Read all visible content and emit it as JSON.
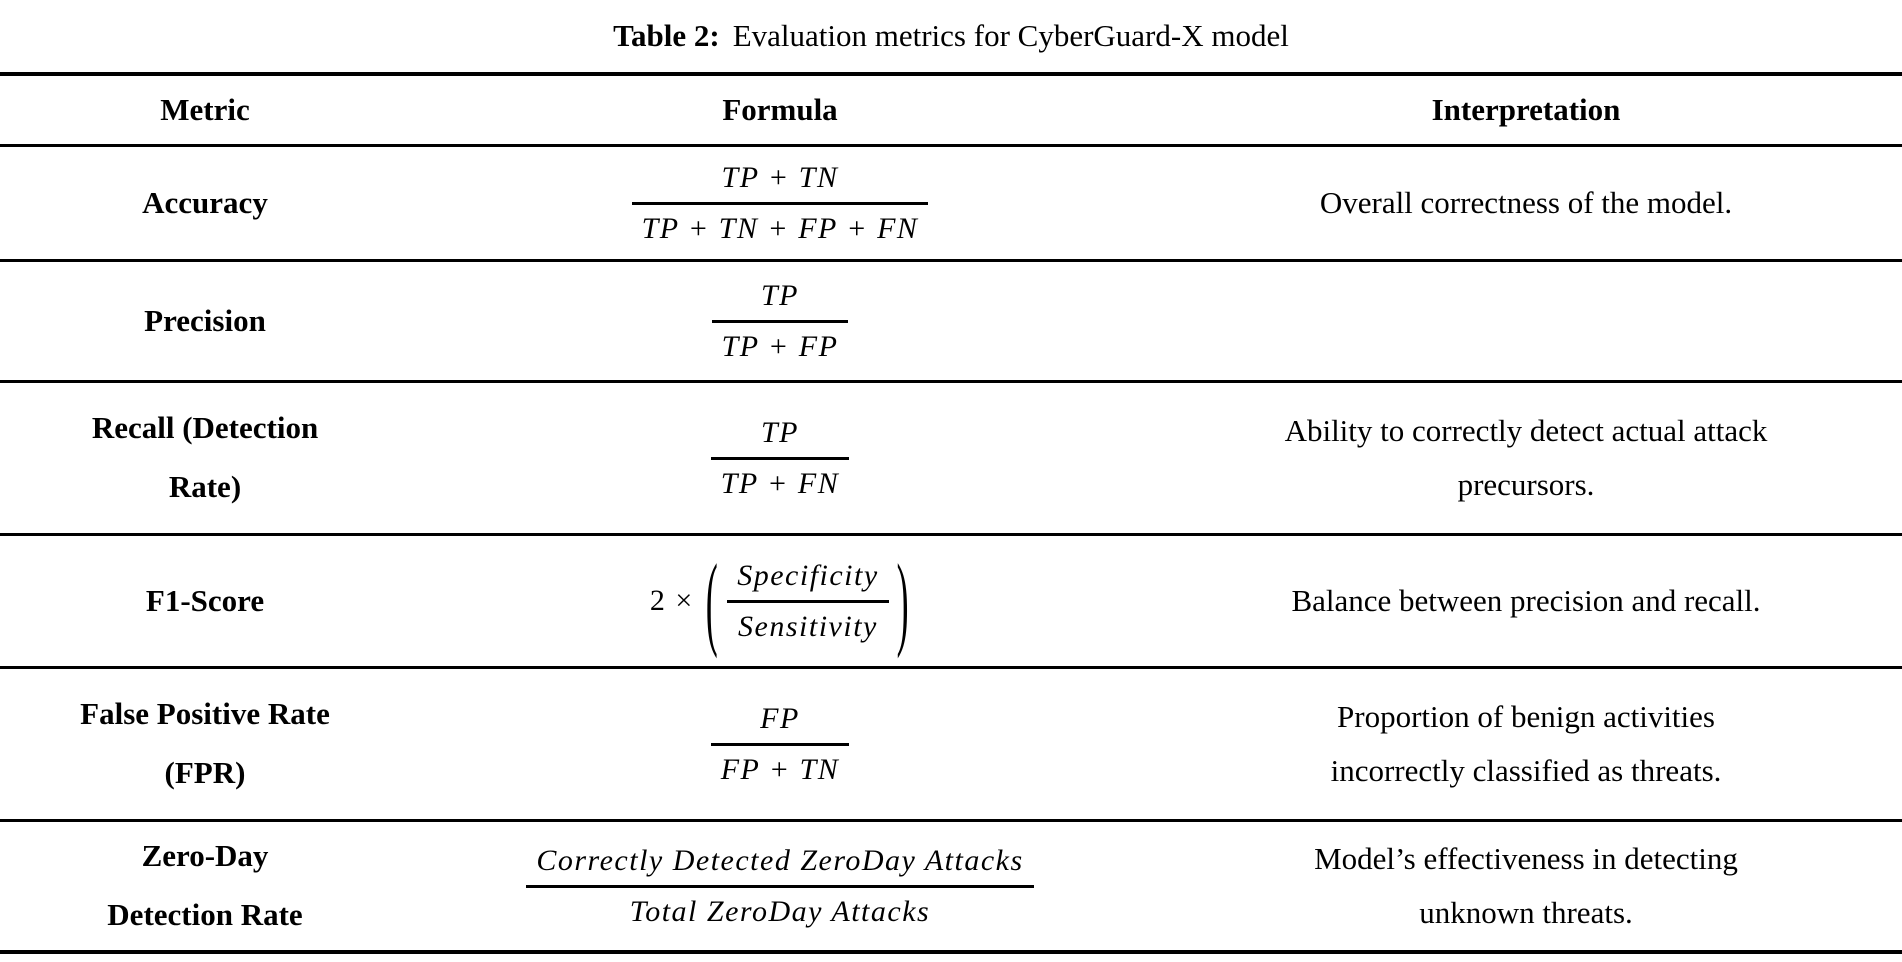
{
  "caption": {
    "label": "Table 2:",
    "text": "Evaluation metrics for CyberGuard-X model"
  },
  "header": {
    "metric": "Metric",
    "formula": "Formula",
    "interpretation": "Interpretation"
  },
  "rows": [
    {
      "metric": [
        "Accuracy"
      ],
      "formula": {
        "num": "TP + TN",
        "den": "TP + TN + FP + FN"
      },
      "interp": [
        "Overall correctness of the model."
      ]
    },
    {
      "metric": [
        "Precision"
      ],
      "formula": {
        "num": "TP",
        "den": "TP + FP"
      },
      "interp": []
    },
    {
      "metric": [
        "Recall (Detection",
        "Rate)"
      ],
      "formula": {
        "num": "TP",
        "den": "TP + FN"
      },
      "interp": [
        "Ability to correctly detect actual attack",
        "precursors."
      ]
    },
    {
      "metric": [
        "F1-Score"
      ],
      "formula": {
        "prefix": "2 ×",
        "open": "(",
        "num": "Specificity",
        "den": "Sensitivity",
        "close": ")"
      },
      "interp": [
        "Balance between precision and recall."
      ]
    },
    {
      "metric": [
        "False Positive Rate",
        "(FPR)"
      ],
      "formula": {
        "num": "FP",
        "den": "FP + TN"
      },
      "interp": [
        "Proportion of benign activities",
        "incorrectly classified as threats."
      ]
    },
    {
      "metric": [
        "Zero-Day",
        "Detection Rate"
      ],
      "formula": {
        "num": "Correctly Detected ZeroDay Attacks",
        "den": "Total ZeroDay Attacks"
      },
      "interp": [
        "Model’s effectiveness in detecting",
        "unknown threats."
      ]
    }
  ]
}
